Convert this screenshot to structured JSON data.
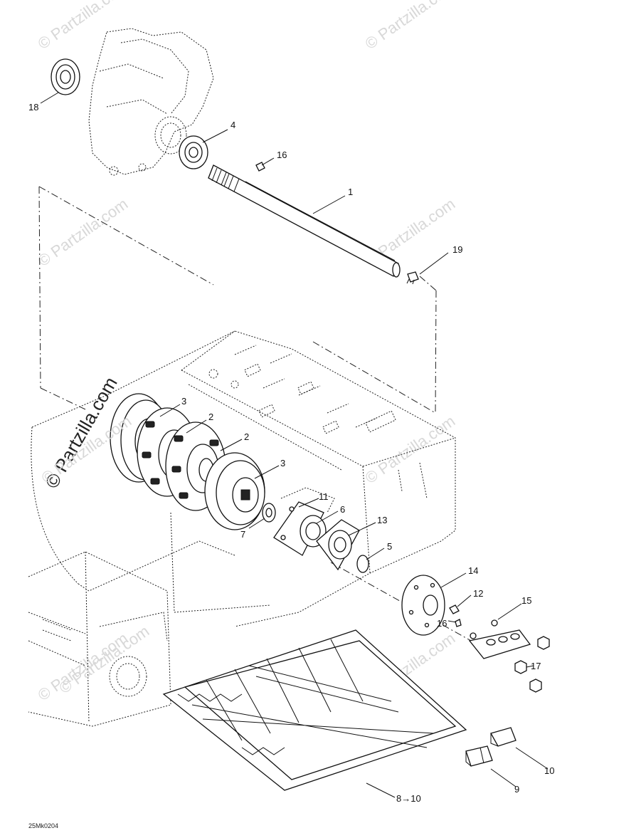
{
  "watermarks": [
    "© Partzilla.com",
    "© Partzilla.com",
    "© Partzilla.com",
    "© Partzilla.com",
    "© Partzilla.com",
    "© Partzilla.com",
    "© Partzilla.com",
    "© Partzilla.com",
    "© Partzilla.com"
  ],
  "main_watermark": "© Partzilla.com",
  "diagram_code": "25Mk0204",
  "callouts": {
    "c1": "1",
    "c2a": "2",
    "c2b": "2",
    "c3a": "3",
    "c3b": "3",
    "c4": "4",
    "c5": "5",
    "c6": "6",
    "c7": "7",
    "c8": "8→10",
    "c9": "9",
    "c10": "10",
    "c11": "11",
    "c12": "12",
    "c13": "13",
    "c14": "14",
    "c15": "15",
    "c16a": "16",
    "c16b": "16",
    "c17": "17",
    "c18": "18",
    "c19": "19"
  }
}
